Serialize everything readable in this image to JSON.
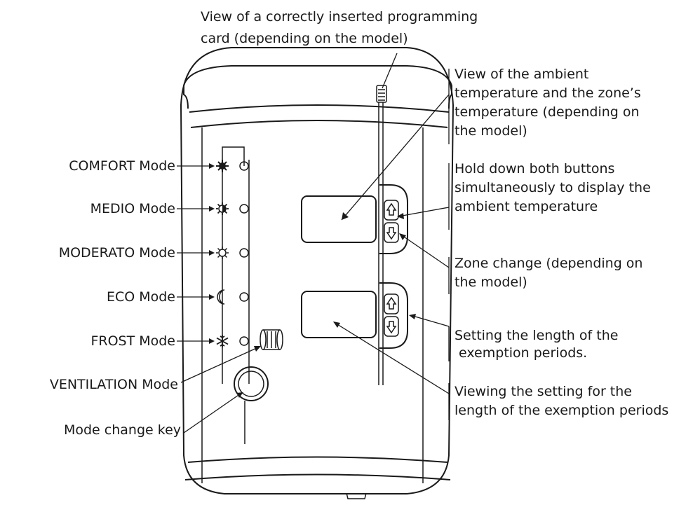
{
  "callouts": {
    "card_view": [
      "View of a correctly inserted programming",
      "card (depending on the model)"
    ],
    "ambient_view": [
      "View of the ambient",
      "temperature and the zone’s",
      "temperature (depending on",
      "the model)"
    ],
    "hold_buttons": [
      "Hold down both buttons",
      "simultaneously to display the",
      "ambient temperature"
    ],
    "zone_change": [
      "Zone change (depending on",
      "the model)"
    ],
    "setting_length": [
      "Setting the length of the",
      " exemption periods."
    ],
    "viewing_setting": [
      "Viewing the setting for the",
      "length of the exemption periods"
    ]
  },
  "modes": {
    "comfort": "COMFORT Mode",
    "medio": "MEDIO Mode",
    "moderato": "MODERATO Mode",
    "eco": "ECO Mode",
    "frost": "FROST Mode",
    "ventilation": "VENTILATION Mode",
    "mode_key": "Mode change key"
  },
  "icons": [
    "sun-full-icon",
    "sun-half-icon",
    "sun-outline-icon",
    "moon-icon",
    "snowflake-icon",
    "fan-icon",
    "up-arrow-icon",
    "down-arrow-icon"
  ],
  "colors": {
    "ink": "#1a1a1a",
    "background": "#ffffff"
  }
}
